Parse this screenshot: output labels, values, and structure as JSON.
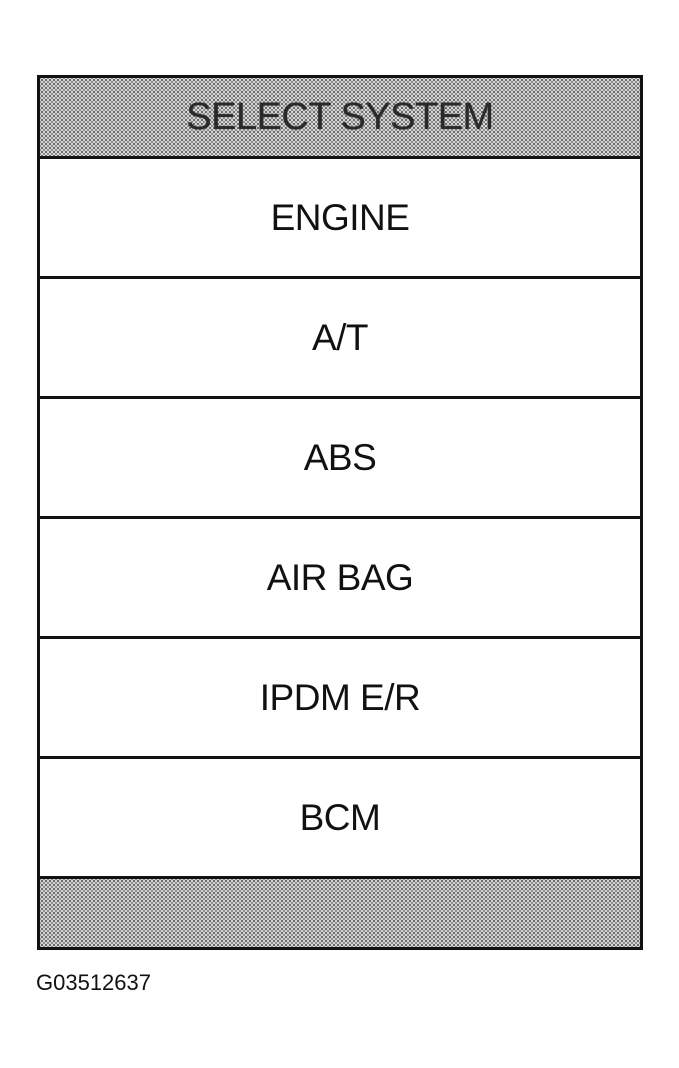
{
  "screen": {
    "header_title": "SELECT SYSTEM",
    "items": [
      {
        "label": "ENGINE"
      },
      {
        "label": "A/T"
      },
      {
        "label": "ABS"
      },
      {
        "label": "AIR BAG"
      },
      {
        "label": "IPDM E/R"
      },
      {
        "label": "BCM"
      }
    ]
  },
  "figure_id": "G03512637",
  "colors": {
    "border": "#111111",
    "stipple_background": "#d6d6d6",
    "item_background": "#ffffff"
  }
}
